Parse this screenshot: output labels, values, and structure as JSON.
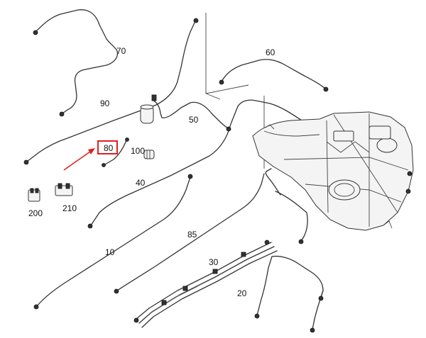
{
  "diagram": {
    "callouts": [
      {
        "id": "70",
        "label": "70"
      },
      {
        "id": "60",
        "label": "60"
      },
      {
        "id": "90",
        "label": "90"
      },
      {
        "id": "50",
        "label": "50"
      },
      {
        "id": "80",
        "label": "80",
        "highlighted": true
      },
      {
        "id": "100",
        "label": "100"
      },
      {
        "id": "40",
        "label": "40"
      },
      {
        "id": "200",
        "label": "200"
      },
      {
        "id": "210",
        "label": "210"
      },
      {
        "id": "10",
        "label": "10"
      },
      {
        "id": "85",
        "label": "85"
      },
      {
        "id": "30",
        "label": "30"
      },
      {
        "id": "20",
        "label": "20"
      }
    ],
    "highlight_color": "#e02020",
    "line_color": "#333333"
  }
}
